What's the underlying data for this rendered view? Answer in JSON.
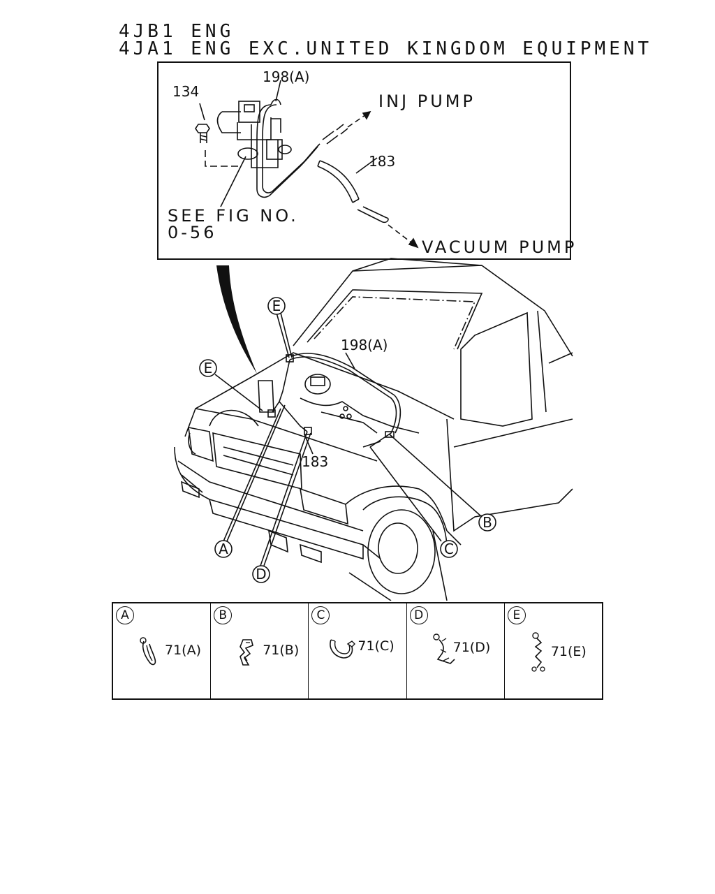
{
  "header": {
    "line1": "4JB1 ENG",
    "line2": "4JA1 ENG EXC.UNITED KINGDOM EQUIPMENT"
  },
  "inset": {
    "part_198a": "198(A)",
    "part_134": "134",
    "inj_pump": "INJ PUMP",
    "part_183": "183",
    "see_fig": "SEE FIG NO.",
    "fig_no": "0-56",
    "vacuum_pump": "VACUUM PUMP"
  },
  "vehicle": {
    "callout_e_top": "E",
    "callout_e_left": "E",
    "part_198a": "198(A)",
    "part_183": "183",
    "callout_a": "A",
    "callout_b": "B",
    "callout_c": "C",
    "callout_d": "D"
  },
  "clips": [
    {
      "letter": "A",
      "part": "71(A)"
    },
    {
      "letter": "B",
      "part": "71(B)"
    },
    {
      "letter": "C",
      "part": "71(C)"
    },
    {
      "letter": "D",
      "part": "71(D)"
    },
    {
      "letter": "E",
      "part": "71(E)"
    }
  ]
}
